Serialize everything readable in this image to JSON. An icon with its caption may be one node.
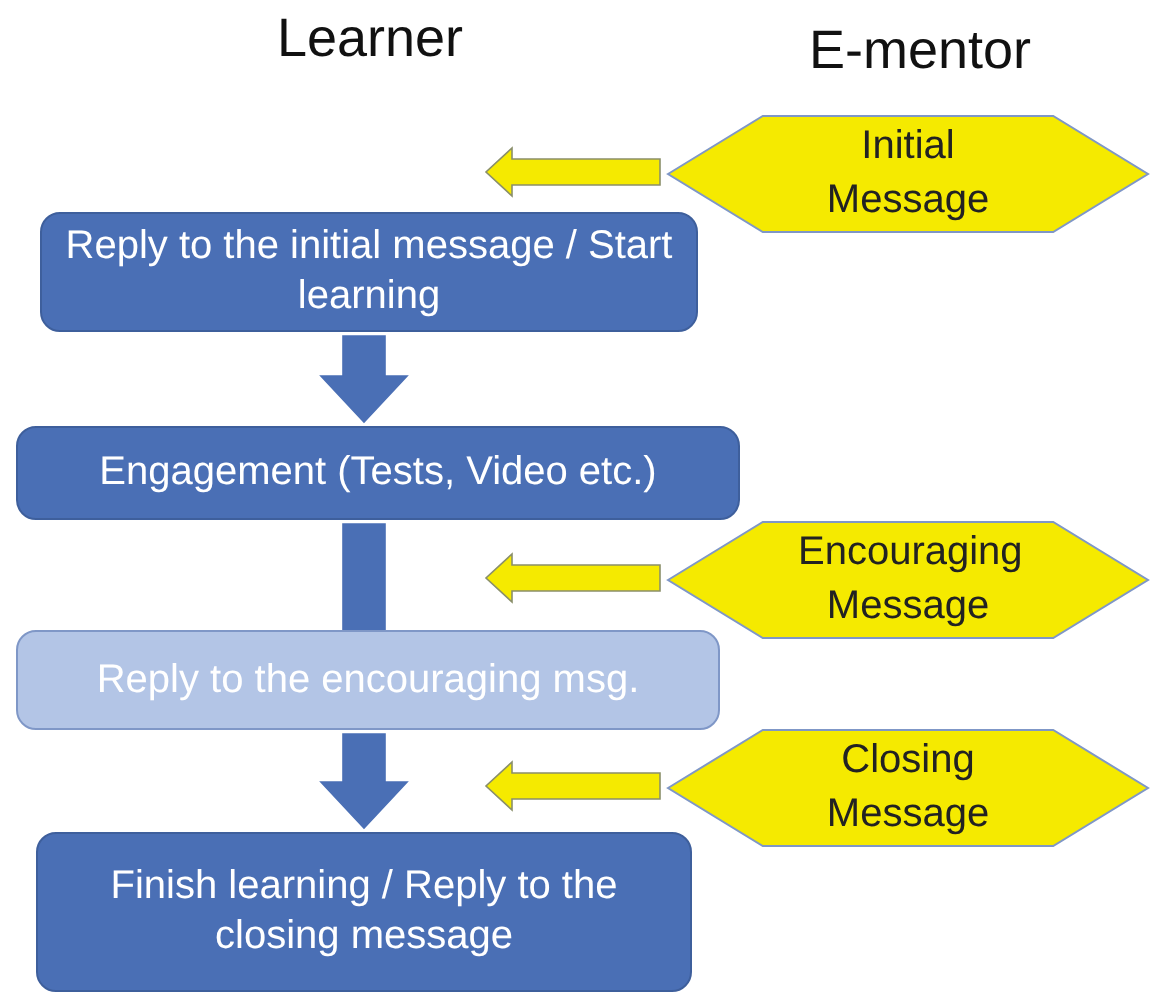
{
  "diagram": {
    "nodes": [
      {
        "text": [
          "Initial Message"
        ]
      },
      {
        "text": [
          "Reply to the initial message / Start learning"
        ]
      },
      {
        "text": [
          "Engagement (Tests, Video etc.)"
        ]
      },
      {
        "text": [
          "Encouraging Message"
        ]
      },
      {
        "text": [
          "Reply to the encouraging msg."
        ]
      },
      {
        "text": [
          "Closing Message"
        ]
      },
      {
        "text": [
          "Finish learning / Reply to the closing message"
        ]
      }
    ],
    "edges": [
      {
        "from": 0,
        "to": null,
        "arrow": "to",
        "color": "#f5ea00"
      },
      {
        "from": 1,
        "to": 2,
        "arrow": "to",
        "color": "#4a6fb5"
      },
      {
        "from": 3,
        "to": null,
        "arrow": "to",
        "color": "#f5ea00"
      },
      {
        "from": 2,
        "to": 4,
        "arrow": "none",
        "color": "#4a6fb5"
      },
      {
        "from": 5,
        "to": null,
        "arrow": "to",
        "color": "#f5ea00"
      },
      {
        "from": 4,
        "to": 6,
        "arrow": "to",
        "color": "#4a6fb5"
      }
    ],
    "labels": [
      "Learner",
      "E-mentor"
    ]
  }
}
